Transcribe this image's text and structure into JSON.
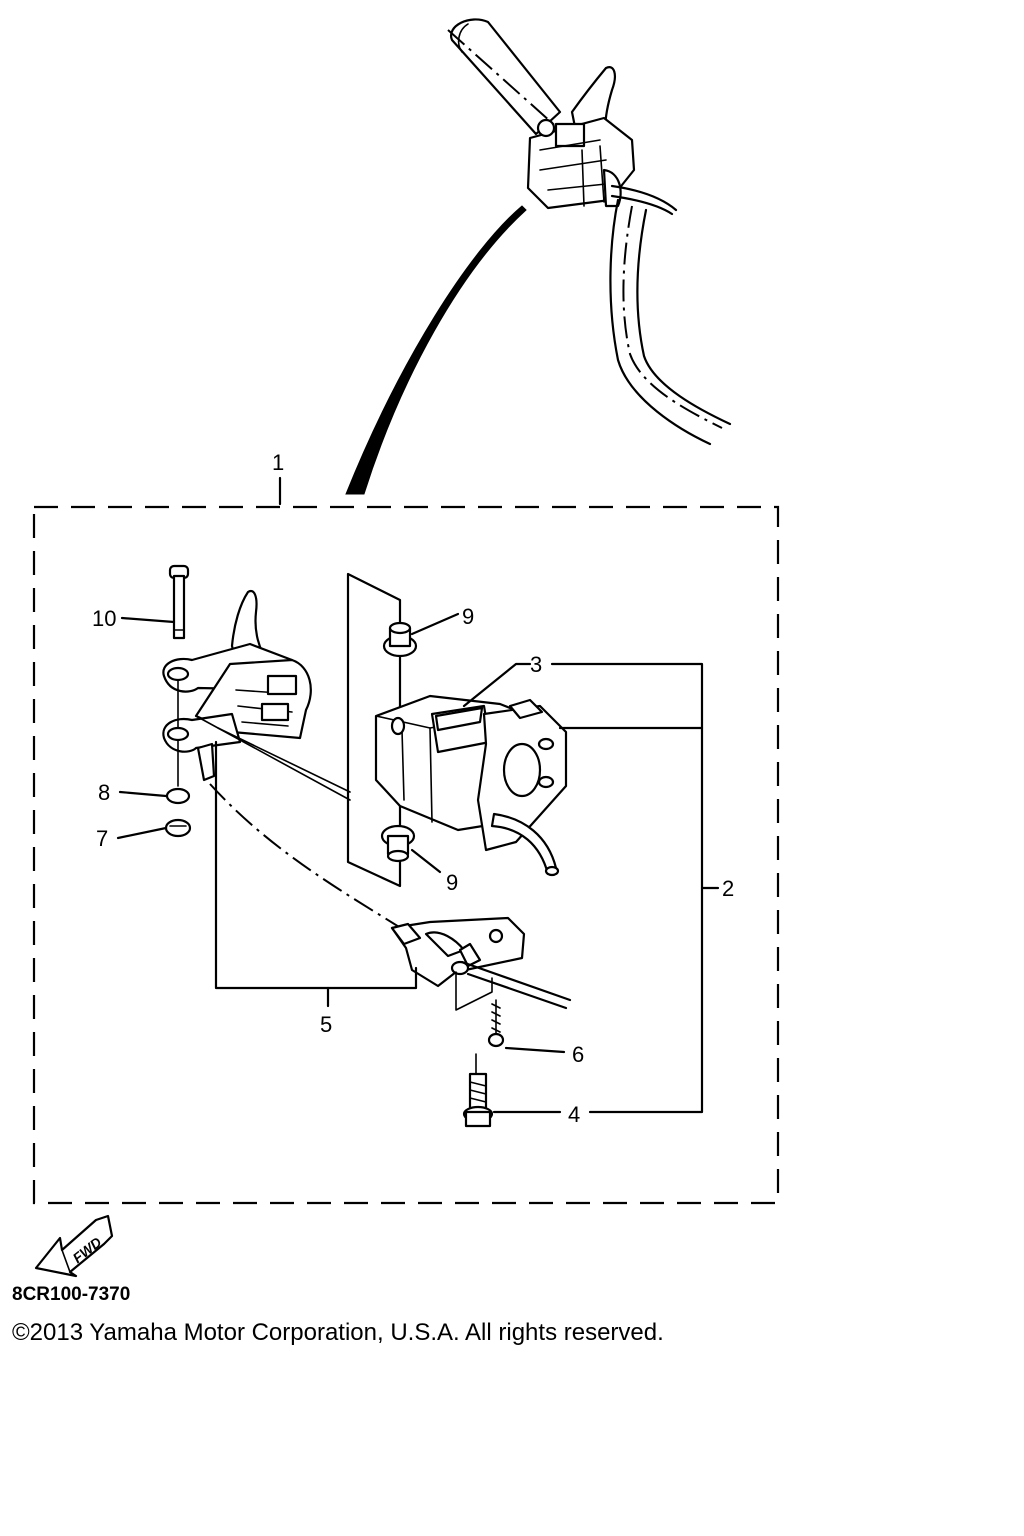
{
  "diagram": {
    "callouts": [
      {
        "id": "1",
        "label": "1"
      },
      {
        "id": "2",
        "label": "2"
      },
      {
        "id": "3",
        "label": "3"
      },
      {
        "id": "4",
        "label": "4"
      },
      {
        "id": "5",
        "label": "5"
      },
      {
        "id": "6",
        "label": "6"
      },
      {
        "id": "7",
        "label": "7"
      },
      {
        "id": "8",
        "label": "8"
      },
      {
        "id": "9a",
        "label": "9"
      },
      {
        "id": "9b",
        "label": "9"
      },
      {
        "id": "10",
        "label": "10"
      }
    ],
    "fwd_label": "FWD",
    "part_code": "8CR100-7370",
    "copyright": "©2013 Yamaha Motor Corporation, U.S.A. All rights reserved."
  }
}
